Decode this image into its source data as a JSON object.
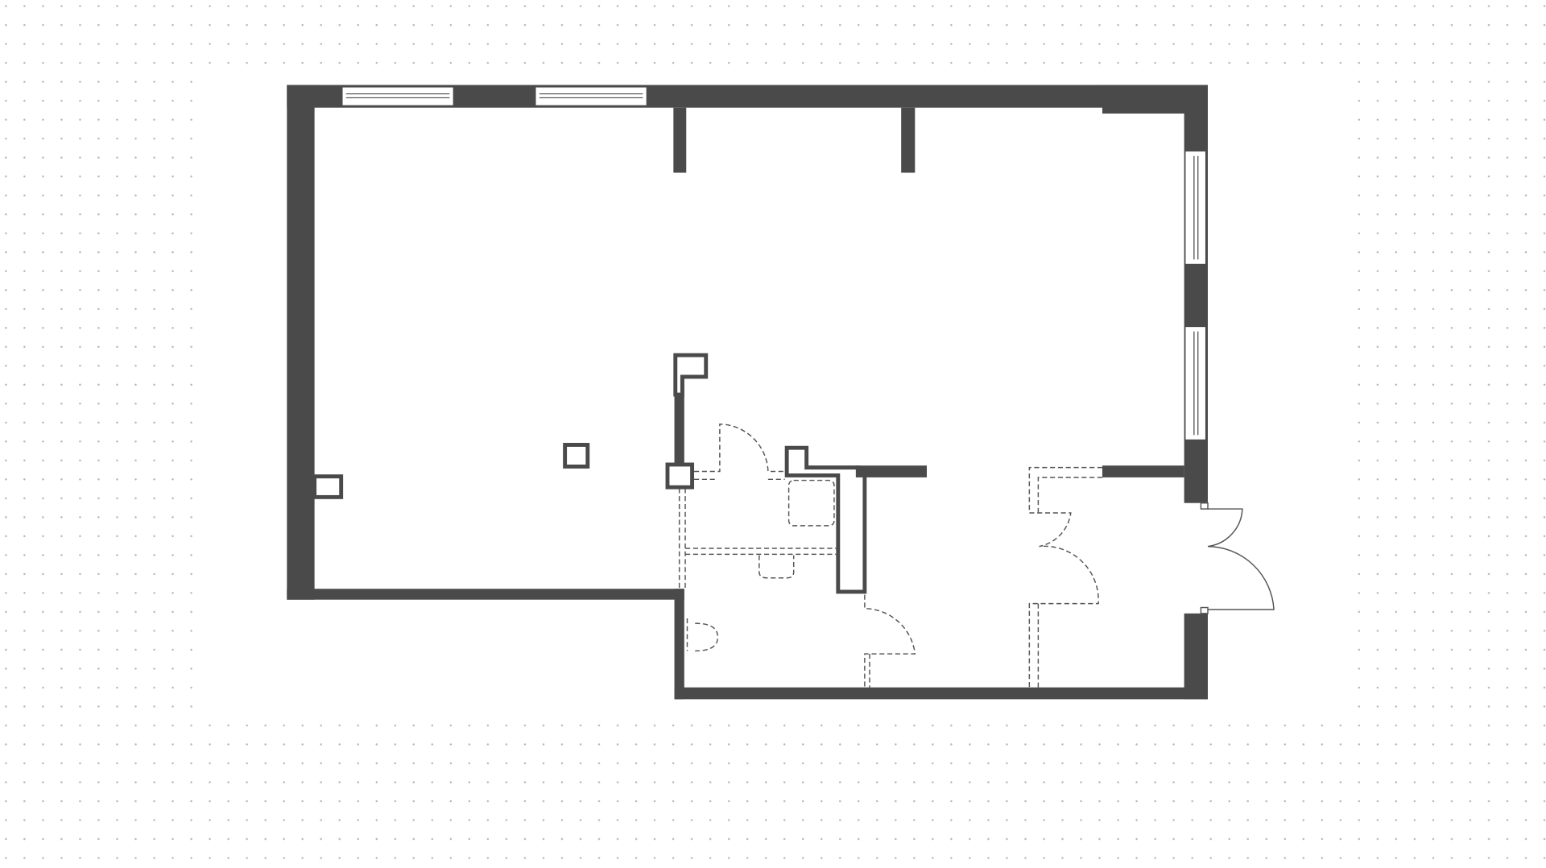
{
  "plan": {
    "background": "#ffffff",
    "wall_color": "#4a4a4a",
    "dot_color": "#b5b5b5",
    "fixture_line_color": "#555555",
    "elements": [
      "walls",
      "windows",
      "doors",
      "entrance-double-door",
      "shower",
      "sink",
      "toilet",
      "columns"
    ]
  }
}
